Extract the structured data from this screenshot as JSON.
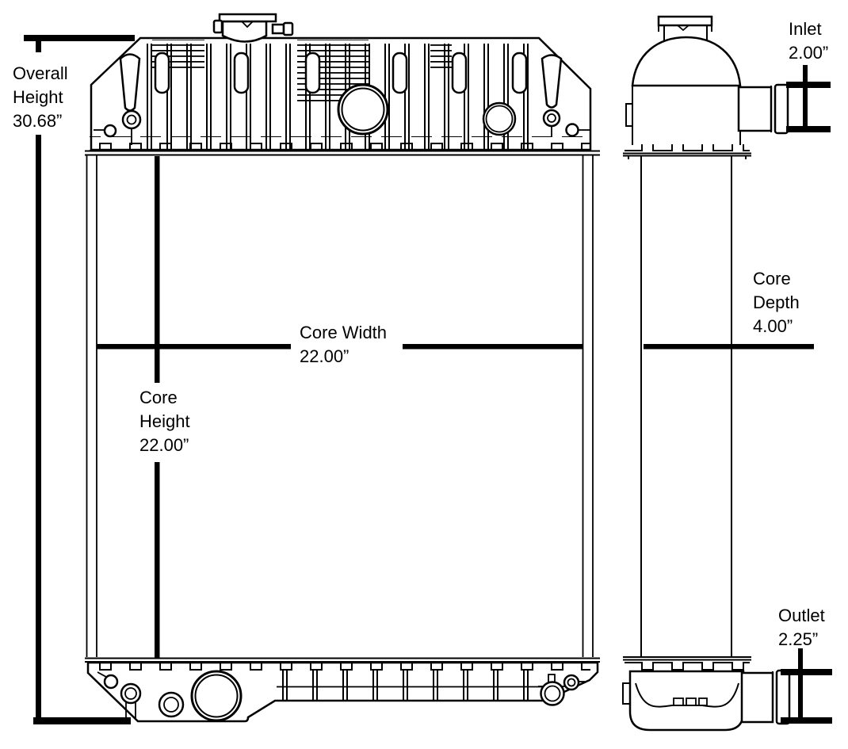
{
  "page": {
    "background": "#ffffff",
    "ink": "#000000",
    "description": "Radiator dimension drawing, front and side views"
  },
  "annotations": {
    "overall_height": {
      "label": "Overall Height",
      "value": "30.68”"
    },
    "core_width": {
      "label": "Core Width",
      "value": "22.00”"
    },
    "core_height": {
      "label": "Core Height",
      "value": "22.00”"
    },
    "inlet": {
      "label": "Inlet",
      "value": "2.00”"
    },
    "core_depth": {
      "label": "Core Depth",
      "value": "4.00”"
    },
    "outlet": {
      "label": "Outlet",
      "value": "2.25”"
    }
  }
}
